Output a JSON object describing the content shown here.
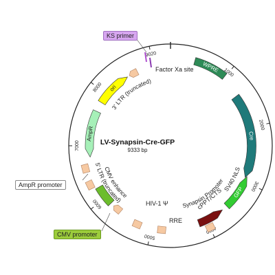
{
  "plasmid": {
    "name": "LV-Synapsin-Cre-GFP",
    "length": "9333 bp"
  },
  "ticks": [
    "1000",
    "2000",
    "3000",
    "4000",
    "5000",
    "6000",
    "7000",
    "8000",
    "9020"
  ],
  "arc_labels": {
    "wpre": "WPRE",
    "cre": "Cre",
    "gfp": "GFP",
    "ori": "ori",
    "ampr": "AmpR"
  },
  "curved_labels": {
    "ltr3": "3' LTR (truncated)",
    "ltr5": "5' LTR (truncated)",
    "cmv_enh": "CMV enhancer",
    "sv40_nls": "SV40 NLS",
    "synapsin": "Synapsin Promoter"
  },
  "labels": {
    "factor_xa": "Factor Xa site",
    "hiv": "HIV-1 Ψ",
    "rre": "RRE",
    "cppt": "cPPT/CTS"
  },
  "boxed_labels": {
    "ks_primer": "KS primer",
    "ampr_promoter": "AmpR promoter",
    "cmv_promoter": "CMV promoter"
  },
  "colors": {
    "wpre": "#2e8b57",
    "cre": "#1f7a7a",
    "gfp": "#33cc33",
    "synapsin": "#7a1010",
    "ori": "#ffff00",
    "ampr": "#a6f0b8",
    "cmv_enhancer": "#6cbd2c",
    "small_feature": "#f6c9a2",
    "ks_box": "#d7a6f0",
    "cmv_box": "#9ccc3b"
  }
}
